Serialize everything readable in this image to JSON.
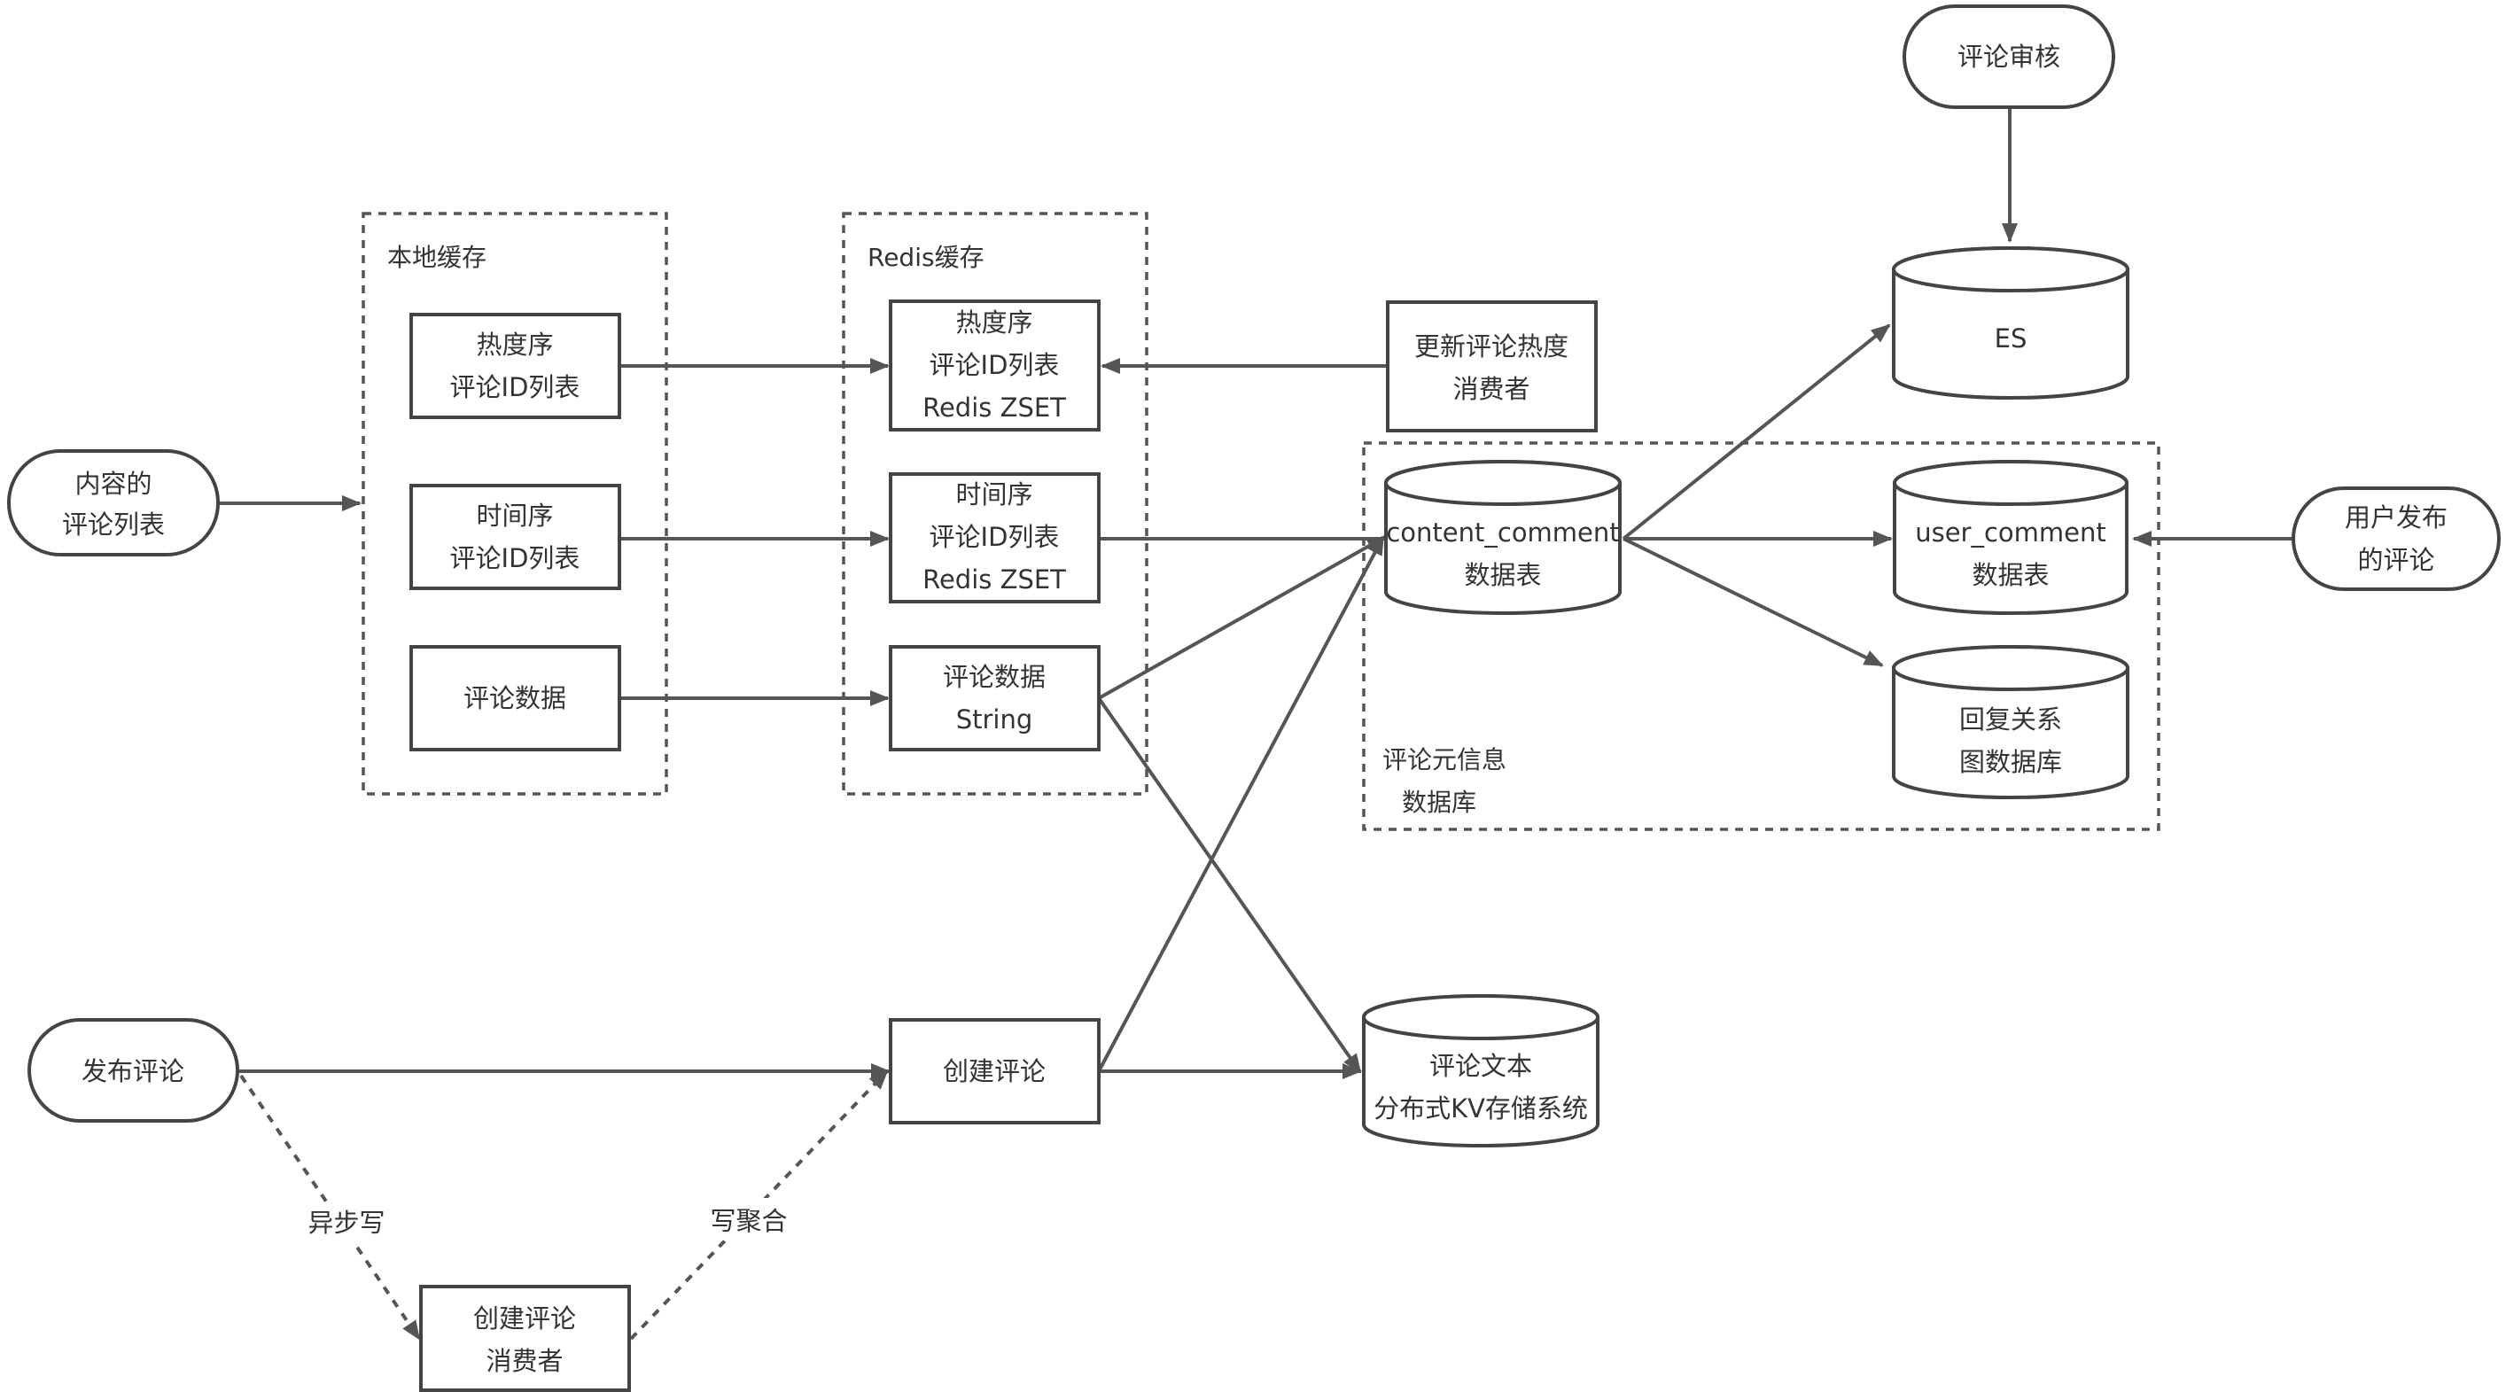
{
  "containers": {
    "local_cache": "本地缓存",
    "redis_cache": "Redis缓存",
    "comment_meta_db": [
      "评论元信息",
      "数据库"
    ]
  },
  "nodes": {
    "content_comment_list": [
      "内容的",
      "评论列表"
    ],
    "local_hot": [
      "热度序",
      "评论ID列表"
    ],
    "local_time": [
      "时间序",
      "评论ID列表"
    ],
    "local_data": [
      "评论数据"
    ],
    "redis_hot": [
      "热度序",
      "评论ID列表",
      "Redis ZSET"
    ],
    "redis_time": [
      "时间序",
      "评论ID列表",
      "Redis ZSET"
    ],
    "redis_data": [
      "评论数据",
      "String"
    ],
    "hot_consumer": [
      "更新评论热度",
      "消费者"
    ],
    "review": [
      "评论审核"
    ],
    "es": [
      "ES"
    ],
    "content_comment_table": [
      "content_comment",
      "数据表"
    ],
    "user_comment_table": [
      "user_comment",
      "数据表"
    ],
    "reply_graph_db": [
      "回复关系",
      "图数据库"
    ],
    "user_published": [
      "用户发布",
      "的评论"
    ],
    "publish_comment": [
      "发布评论"
    ],
    "create_comment": [
      "创建评论"
    ],
    "comment_text_kv": [
      "评论文本",
      "分布式KV存储系统"
    ],
    "create_comment_consumer": [
      "创建评论",
      "消费者"
    ]
  },
  "edge_labels": {
    "async_write": "异步写",
    "write_aggregate": "写聚合"
  },
  "colors": {
    "stroke": "#444444",
    "text": "#333333",
    "background": "#ffffff"
  }
}
